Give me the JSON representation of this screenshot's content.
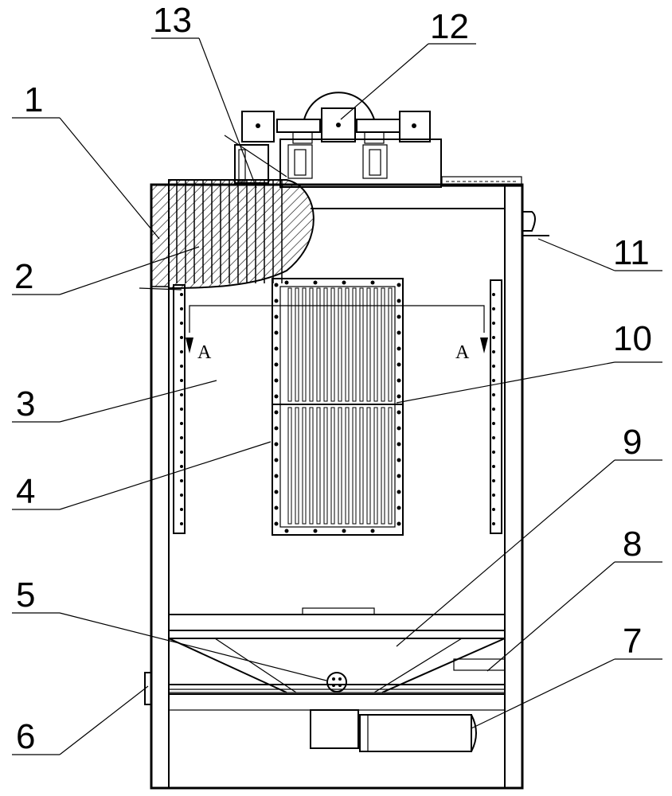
{
  "figure": {
    "labels": [
      {
        "key": "n1",
        "text": "1"
      },
      {
        "key": "n2",
        "text": "2"
      },
      {
        "key": "n3",
        "text": "3"
      },
      {
        "key": "n4",
        "text": "4"
      },
      {
        "key": "n5",
        "text": "5"
      },
      {
        "key": "n6",
        "text": "6"
      },
      {
        "key": "n7",
        "text": "7"
      },
      {
        "key": "n8",
        "text": "8"
      },
      {
        "key": "n9",
        "text": "9"
      },
      {
        "key": "n10",
        "text": "10"
      },
      {
        "key": "n11",
        "text": "11"
      },
      {
        "key": "n12",
        "text": "12"
      },
      {
        "key": "n13",
        "text": "13"
      }
    ],
    "section_mark": "A"
  }
}
